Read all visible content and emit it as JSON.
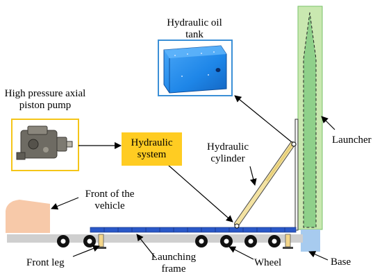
{
  "labels": {
    "oil_tank_line1": "Hydraulic oil",
    "oil_tank_line2": "tank",
    "pump_line1": "High pressure axial",
    "pump_line2": "piston pump",
    "hydraulic_system_line1": "Hydraulic",
    "hydraulic_system_line2": "system",
    "cylinder_line1": "Hydraulic",
    "cylinder_line2": "cylinder",
    "launcher": "Launcher",
    "front_vehicle_line1": "Front of the",
    "front_vehicle_line2": "vehicle",
    "front_leg": "Front leg",
    "launching_frame_line1": "Launching",
    "launching_frame_line2": "frame",
    "wheel": "Wheel",
    "base": "Base"
  },
  "icons": {
    "oil_tank": "hydraulic-oil-tank-photo",
    "pump": "axial-piston-pump-photo"
  },
  "colors": {
    "tank_border": "#3b8fd6",
    "tank_fill": "#1e86e8",
    "pump_border": "#f5c518",
    "hydraulic_box": "#ffcc22",
    "launcher_fill": "#c9e8b0",
    "launcher_stroke": "#79c26a",
    "rocket_fill": "#8fd08a",
    "base_fill": "#a7cbef",
    "frame_fill": "#2a58c8",
    "cylinder_fill": "#f3e2a2",
    "cab_fill": "#f7c9a9",
    "ground_fill": "#cfcfcf"
  }
}
